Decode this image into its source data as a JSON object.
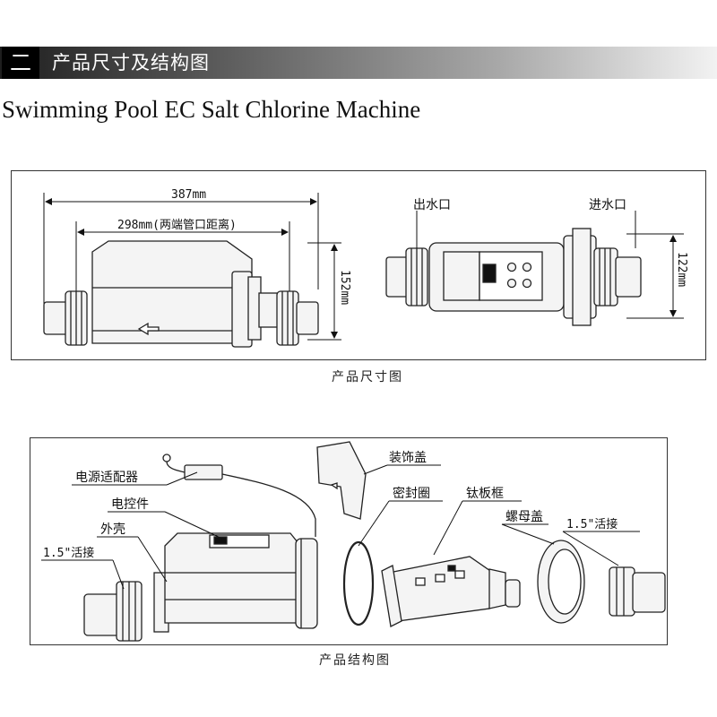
{
  "section": {
    "number": "二",
    "title": "产品尺寸及结构图"
  },
  "product_name": "Swimming Pool EC Salt Chlorine Machine",
  "dimension_diagram": {
    "caption": "产品尺寸图",
    "length_total": "387mm",
    "length_pipe": "298mm(两端管口距离)",
    "height": "152mm",
    "width": "122mm",
    "outlet": "出水口",
    "inlet": "进水口"
  },
  "structure_diagram": {
    "caption": "产品结构图",
    "parts": {
      "adapter": "电源适配器",
      "control": "电控件",
      "shell": "外壳",
      "union_left": "1.5\"活接",
      "cover": "装饰盖",
      "seal": "密封圈",
      "titanium_frame": "钛板框",
      "nut_cap": "螺母盖",
      "union_right": "1.5\"活接"
    }
  }
}
